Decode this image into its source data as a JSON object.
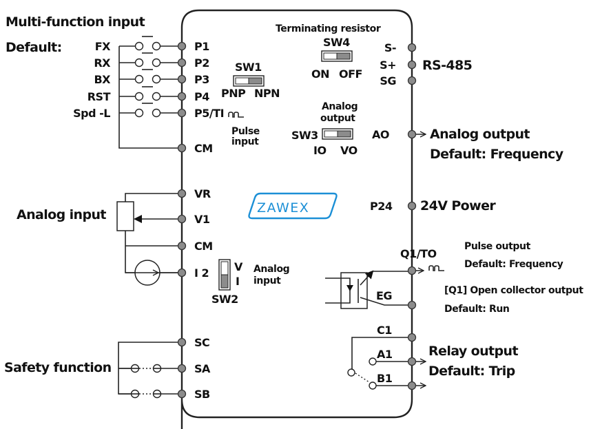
{
  "title": "Control terminal wiring diagram",
  "logo": {
    "text": "ZAWEX",
    "color": "#1b8fd6"
  },
  "left_groups": {
    "multi_function": {
      "title": "Multi-function input",
      "default_label": "Default:",
      "inputs": [
        {
          "name": "FX",
          "terminal": "P1"
        },
        {
          "name": "RX",
          "terminal": "P2"
        },
        {
          "name": "BX",
          "terminal": "P3"
        },
        {
          "name": "RST",
          "terminal": "P4"
        },
        {
          "name": "Spd -L",
          "terminal": "P5/TI"
        }
      ],
      "common_terminal": "CM",
      "pulse_input_label_1": "Pulse",
      "pulse_input_label_2": "input"
    },
    "analog_input": {
      "title": "Analog input",
      "terminals": [
        "VR",
        "V1",
        "CM",
        "I 2"
      ]
    },
    "safety": {
      "title": "Safety function",
      "terminals": [
        "SC",
        "SA",
        "SB"
      ]
    }
  },
  "switches": {
    "sw1": {
      "name": "SW1",
      "left": "PNP",
      "right": "NPN",
      "selected": "NPN"
    },
    "sw2": {
      "name": "SW2",
      "top": "V",
      "bottom": "I",
      "selected": "I",
      "desc_1": "Analog",
      "desc_2": "input"
    },
    "sw3": {
      "name": "SW3",
      "left": "IO",
      "right": "VO",
      "selected": "VO",
      "desc_1": "Analog",
      "desc_2": "output"
    },
    "sw4": {
      "name": "SW4",
      "left": "ON",
      "right": "OFF",
      "selected": "OFF",
      "desc": "Terminating resistor"
    }
  },
  "right_groups": {
    "rs485": {
      "title": "RS-485",
      "terminals": [
        "S-",
        "S+",
        "SG"
      ]
    },
    "analog_output": {
      "terminal": "AO",
      "title": "Analog output",
      "default": "Default: Frequency"
    },
    "power": {
      "terminal": "P24",
      "title": "24V Power"
    },
    "pulse_output": {
      "terminal": "Q1/TO",
      "title": "Pulse output",
      "default": "Default: Frequency"
    },
    "open_collector": {
      "terminal": "EG",
      "title": "[Q1] Open collector output",
      "default": "Default: Run"
    },
    "relay": {
      "terminals": [
        "C1",
        "A1",
        "B1"
      ],
      "title": "Relay output",
      "default": "Default: Trip"
    }
  }
}
